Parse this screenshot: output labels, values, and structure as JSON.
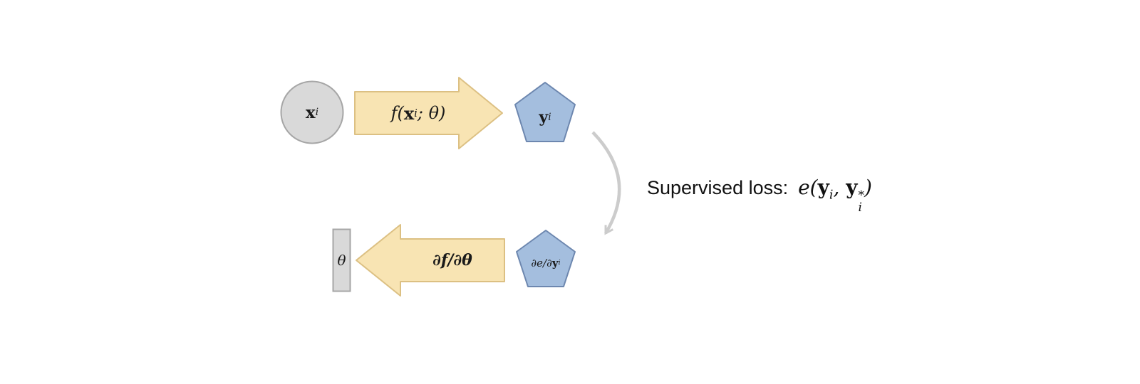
{
  "colors": {
    "node_gray_fill": "#d9d9d9",
    "node_gray_stroke": "#a6a6a6",
    "arrow_fill": "#f8e4b3",
    "arrow_stroke": "#dcc083",
    "pentagon_fill": "#a4bede",
    "pentagon_stroke": "#6d87af",
    "curve_stroke": "#cccccc"
  },
  "nodes": {
    "input": {
      "main": "x",
      "sub": "i"
    },
    "output": {
      "main": "y",
      "sub": "i"
    },
    "theta": {
      "label": "θ"
    },
    "grad_output": {
      "pre": "∂e/∂",
      "main": "y",
      "sub": "i"
    }
  },
  "arrows": {
    "forward": {
      "pre": "f(",
      "main": "x",
      "sub": "i",
      "post": "; θ)"
    },
    "backward": {
      "label": "∂f/∂θ"
    }
  },
  "annotation": {
    "prefix": "Supervised loss:",
    "expr": {
      "pre": "e(",
      "y1": "y",
      "sub1": "i",
      "mid": ", ",
      "y2": "y",
      "sup2": "*",
      "sub2": "i",
      "post": ")"
    }
  }
}
